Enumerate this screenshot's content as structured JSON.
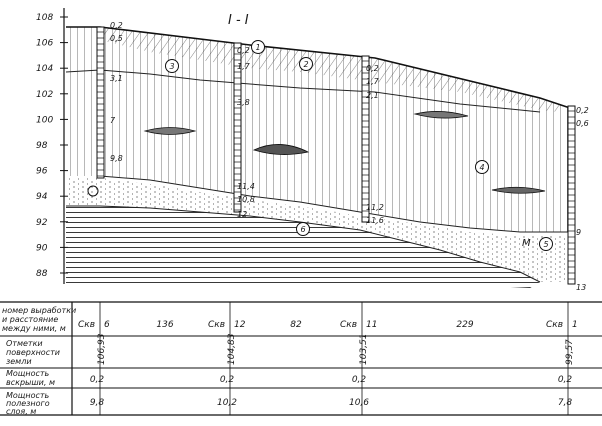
{
  "title": "I - I",
  "elevation_scale": [
    {
      "label": "108",
      "v": 108
    },
    {
      "label": "106",
      "v": 106
    },
    {
      "label": "104",
      "v": 104
    },
    {
      "label": "102",
      "v": 102
    },
    {
      "label": "100",
      "v": 100
    },
    {
      "label": "98",
      "v": 98
    },
    {
      "label": "96",
      "v": 96
    },
    {
      "label": "94",
      "v": 94
    },
    {
      "label": "92",
      "v": 92
    },
    {
      "label": "90",
      "v": 90
    },
    {
      "label": "88",
      "v": 88
    }
  ],
  "boreholes": [
    {
      "number": "6",
      "depth_labels": [
        "0,2",
        "0,5",
        "3,1",
        "7",
        "9,8"
      ]
    },
    {
      "number": "12",
      "depth_labels": [
        "0,2",
        "1,7",
        "3,8",
        "11,4",
        "10,8",
        "12"
      ]
    },
    {
      "number": "11",
      "depth_labels": [
        "0,2",
        "1,7",
        "2,1",
        "11,2",
        "11,6"
      ]
    },
    {
      "number": "1",
      "depth_labels": [
        "0,2",
        "0,6",
        "9",
        "13"
      ]
    }
  ],
  "layer_markers": [
    "1",
    "2",
    "3",
    "4",
    "5",
    "6"
  ],
  "lithology_letter": "M",
  "table": {
    "row_headers": [
      "номер выработки и расстояние между ними, м",
      "Отметки поверхности земли",
      "Мощность вскрыши, м",
      "Мощность полезного слоя, м"
    ],
    "borehole_prefix": "Скв",
    "holes": [
      "6",
      "12",
      "11",
      "1"
    ],
    "distances": [
      "136",
      "82",
      "229"
    ],
    "surface_elevations": [
      "106,93",
      "104,83",
      "103,51",
      "99,57"
    ],
    "overburden": [
      "0,2",
      "0,2",
      "0,2",
      "0,2"
    ],
    "useful_layer": [
      "9,8",
      "10,2",
      "10,6",
      "7,8"
    ]
  }
}
